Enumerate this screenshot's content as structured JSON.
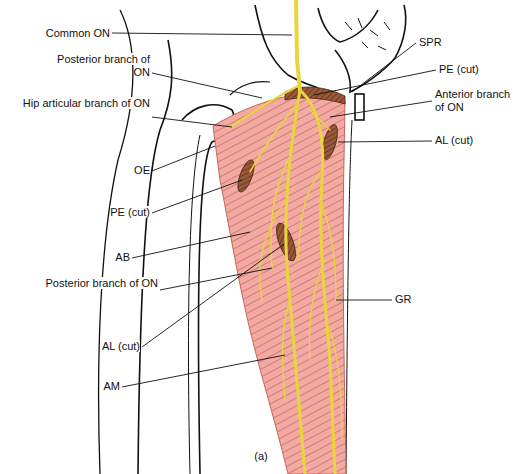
{
  "diagram": {
    "caption": "(a)",
    "labels": [
      "Common ON",
      "Posterior branch of ON",
      "Hip articular branch of ON",
      "OE",
      "PE (cut)",
      "AB",
      "Posterior branch of ON",
      "AL (cut)",
      "AM",
      "SPR",
      "PE (cut)",
      "Anterior branch of ON",
      "AL (cut)",
      "GR"
    ]
  }
}
